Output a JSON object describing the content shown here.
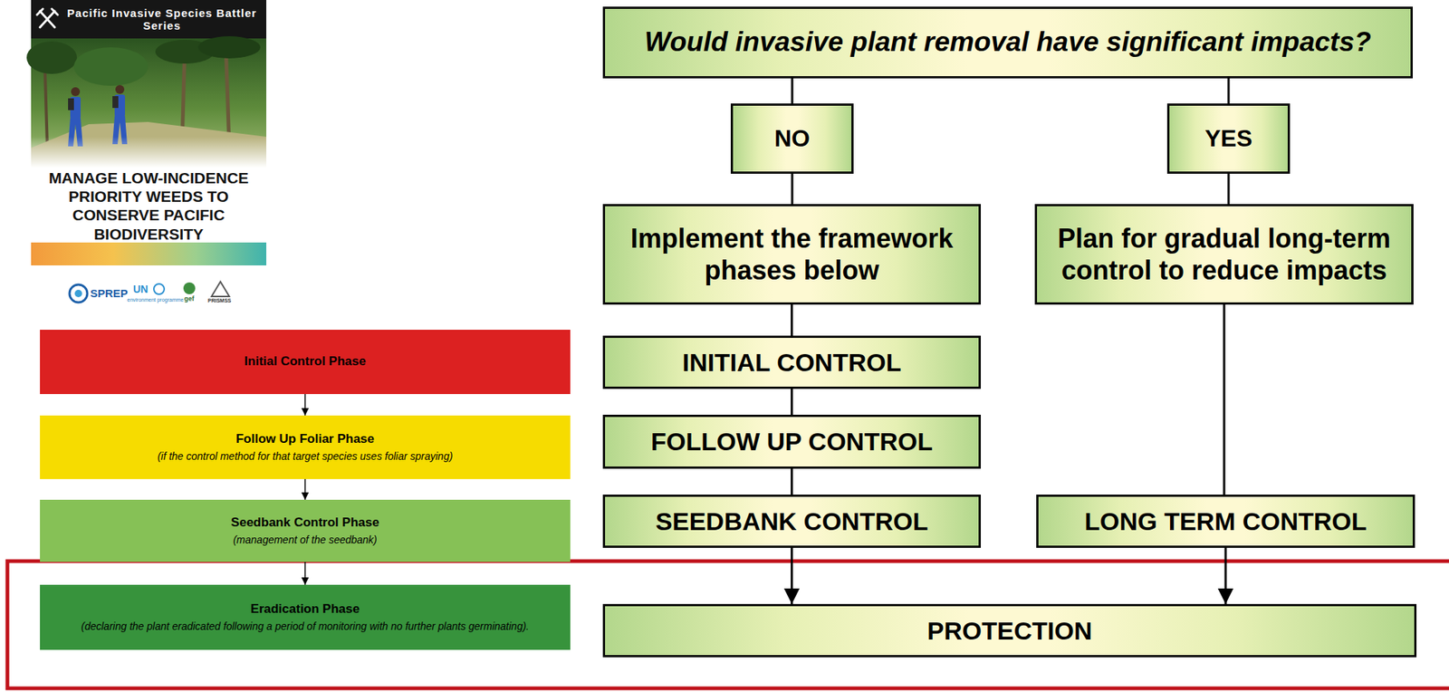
{
  "diagram": {
    "nodes": [
      {
        "text": [
          "Pacific Invasive Species Battler Series",
          "MANAGE LOW-INCIDENCE PRIORITY WEEDS TO CONSERVE PACIFIC BIODIVERSITY"
        ]
      },
      {
        "text": [
          "Would invasive plant removal have significant impacts?"
        ]
      },
      {
        "text": [
          "NO"
        ]
      },
      {
        "text": [
          "YES"
        ]
      },
      {
        "text": [
          "Implement the framework phases below"
        ]
      },
      {
        "text": [
          "Plan for gradual long-term control to reduce impacts"
        ]
      },
      {
        "text": [
          "Initial Control Phase"
        ]
      },
      {
        "text": [
          "INITIAL CONTROL"
        ]
      },
      {
        "text": [
          "Follow Up Foliar Phase",
          "(if the control method for that target species uses foliar spraying)"
        ]
      },
      {
        "text": [
          "FOLLOW UP CONTROL"
        ]
      },
      {
        "text": [
          "Seedbank Control Phase",
          "(management of the seedbank)"
        ]
      },
      {
        "text": [
          "SEEDBANK CONTROL"
        ]
      },
      {
        "text": [
          "LONG TERM CONTROL"
        ]
      },
      {
        "text": [
          "Eradication Phase",
          "(declaring the plant eradicated following a period of monitoring with no further plants germinating)."
        ]
      },
      {
        "text": [
          "PROTECTION"
        ]
      }
    ],
    "edges": [
      {
        "from": 1,
        "to": 2,
        "arrow": "none"
      },
      {
        "from": 1,
        "to": 3,
        "arrow": "none"
      },
      {
        "from": 2,
        "to": 4,
        "arrow": "none"
      },
      {
        "from": 3,
        "to": 5,
        "arrow": "none"
      },
      {
        "from": 4,
        "to": 7,
        "arrow": "none"
      },
      {
        "from": 7,
        "to": 9,
        "arrow": "none"
      },
      {
        "from": 9,
        "to": 11,
        "arrow": "none"
      },
      {
        "from": 11,
        "to": 14,
        "arrow": "to"
      },
      {
        "from": 5,
        "to": 12,
        "arrow": "none"
      },
      {
        "from": 12,
        "to": 14,
        "arrow": "to"
      },
      {
        "from": 6,
        "to": 8,
        "arrow": "to"
      },
      {
        "from": 8,
        "to": 10,
        "arrow": "to"
      },
      {
        "from": 10,
        "to": 13,
        "arrow": "to"
      }
    ],
    "labels": [
      "SPREP",
      "UN",
      "environment programme",
      "gef",
      "PRISMSS"
    ]
  }
}
